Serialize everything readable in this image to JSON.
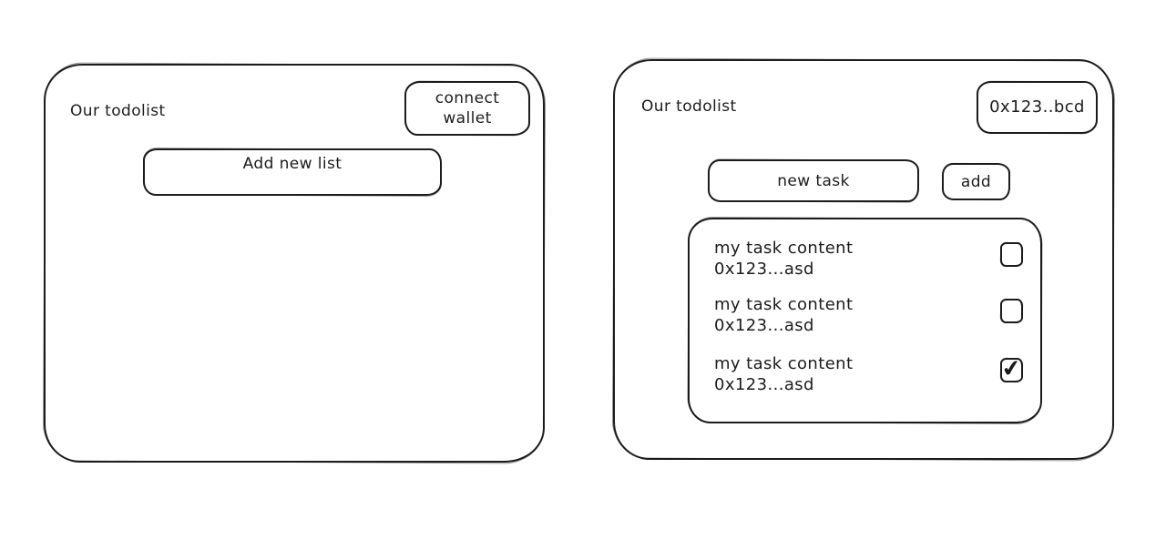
{
  "ink_color": "#1c1c1c",
  "background_color": "#ffffff",
  "left_panel": {
    "title": "Our todolist",
    "connect_wallet_button": {
      "line1": "connect",
      "line2": "wallet"
    },
    "add_new_list_label": "Add new list"
  },
  "right_panel": {
    "title": "Our todolist",
    "wallet_address_label": "0x123..bcd",
    "new_task_placeholder": "new task",
    "add_button_label": "add",
    "tasks": [
      {
        "content": "my task content",
        "address": "0x123...asd",
        "checked": false,
        "check_glyph": ""
      },
      {
        "content": "my task content",
        "address": "0x123...asd",
        "checked": false,
        "check_glyph": ""
      },
      {
        "content": "my task content",
        "address": "0x123...asd",
        "checked": true,
        "check_glyph": "✔"
      }
    ]
  }
}
